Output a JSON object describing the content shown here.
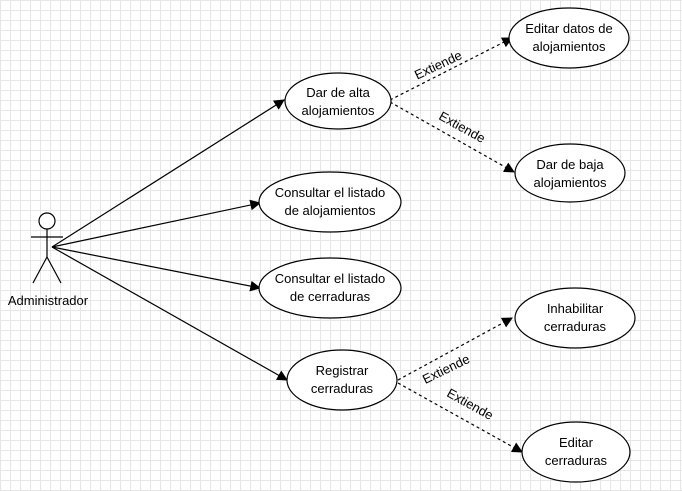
{
  "actor": {
    "name": "Administrador"
  },
  "use_cases": {
    "alta": [
      "Dar de alta",
      "alojamientos"
    ],
    "editar_datos": [
      "Editar datos de",
      "alojamientos"
    ],
    "baja": [
      "Dar de baja",
      "alojamientos"
    ],
    "consultar_aloj": [
      "Consultar el listado",
      "de alojamientos"
    ],
    "consultar_cerr": [
      "Consultar el listado",
      "de cerraduras"
    ],
    "registrar": [
      "Registrar",
      "cerraduras"
    ],
    "inhabilitar": [
      "Inhabilitar",
      "cerraduras"
    ],
    "editar_cerr": [
      "Editar",
      "cerraduras"
    ]
  },
  "extend_label": "Extiende"
}
